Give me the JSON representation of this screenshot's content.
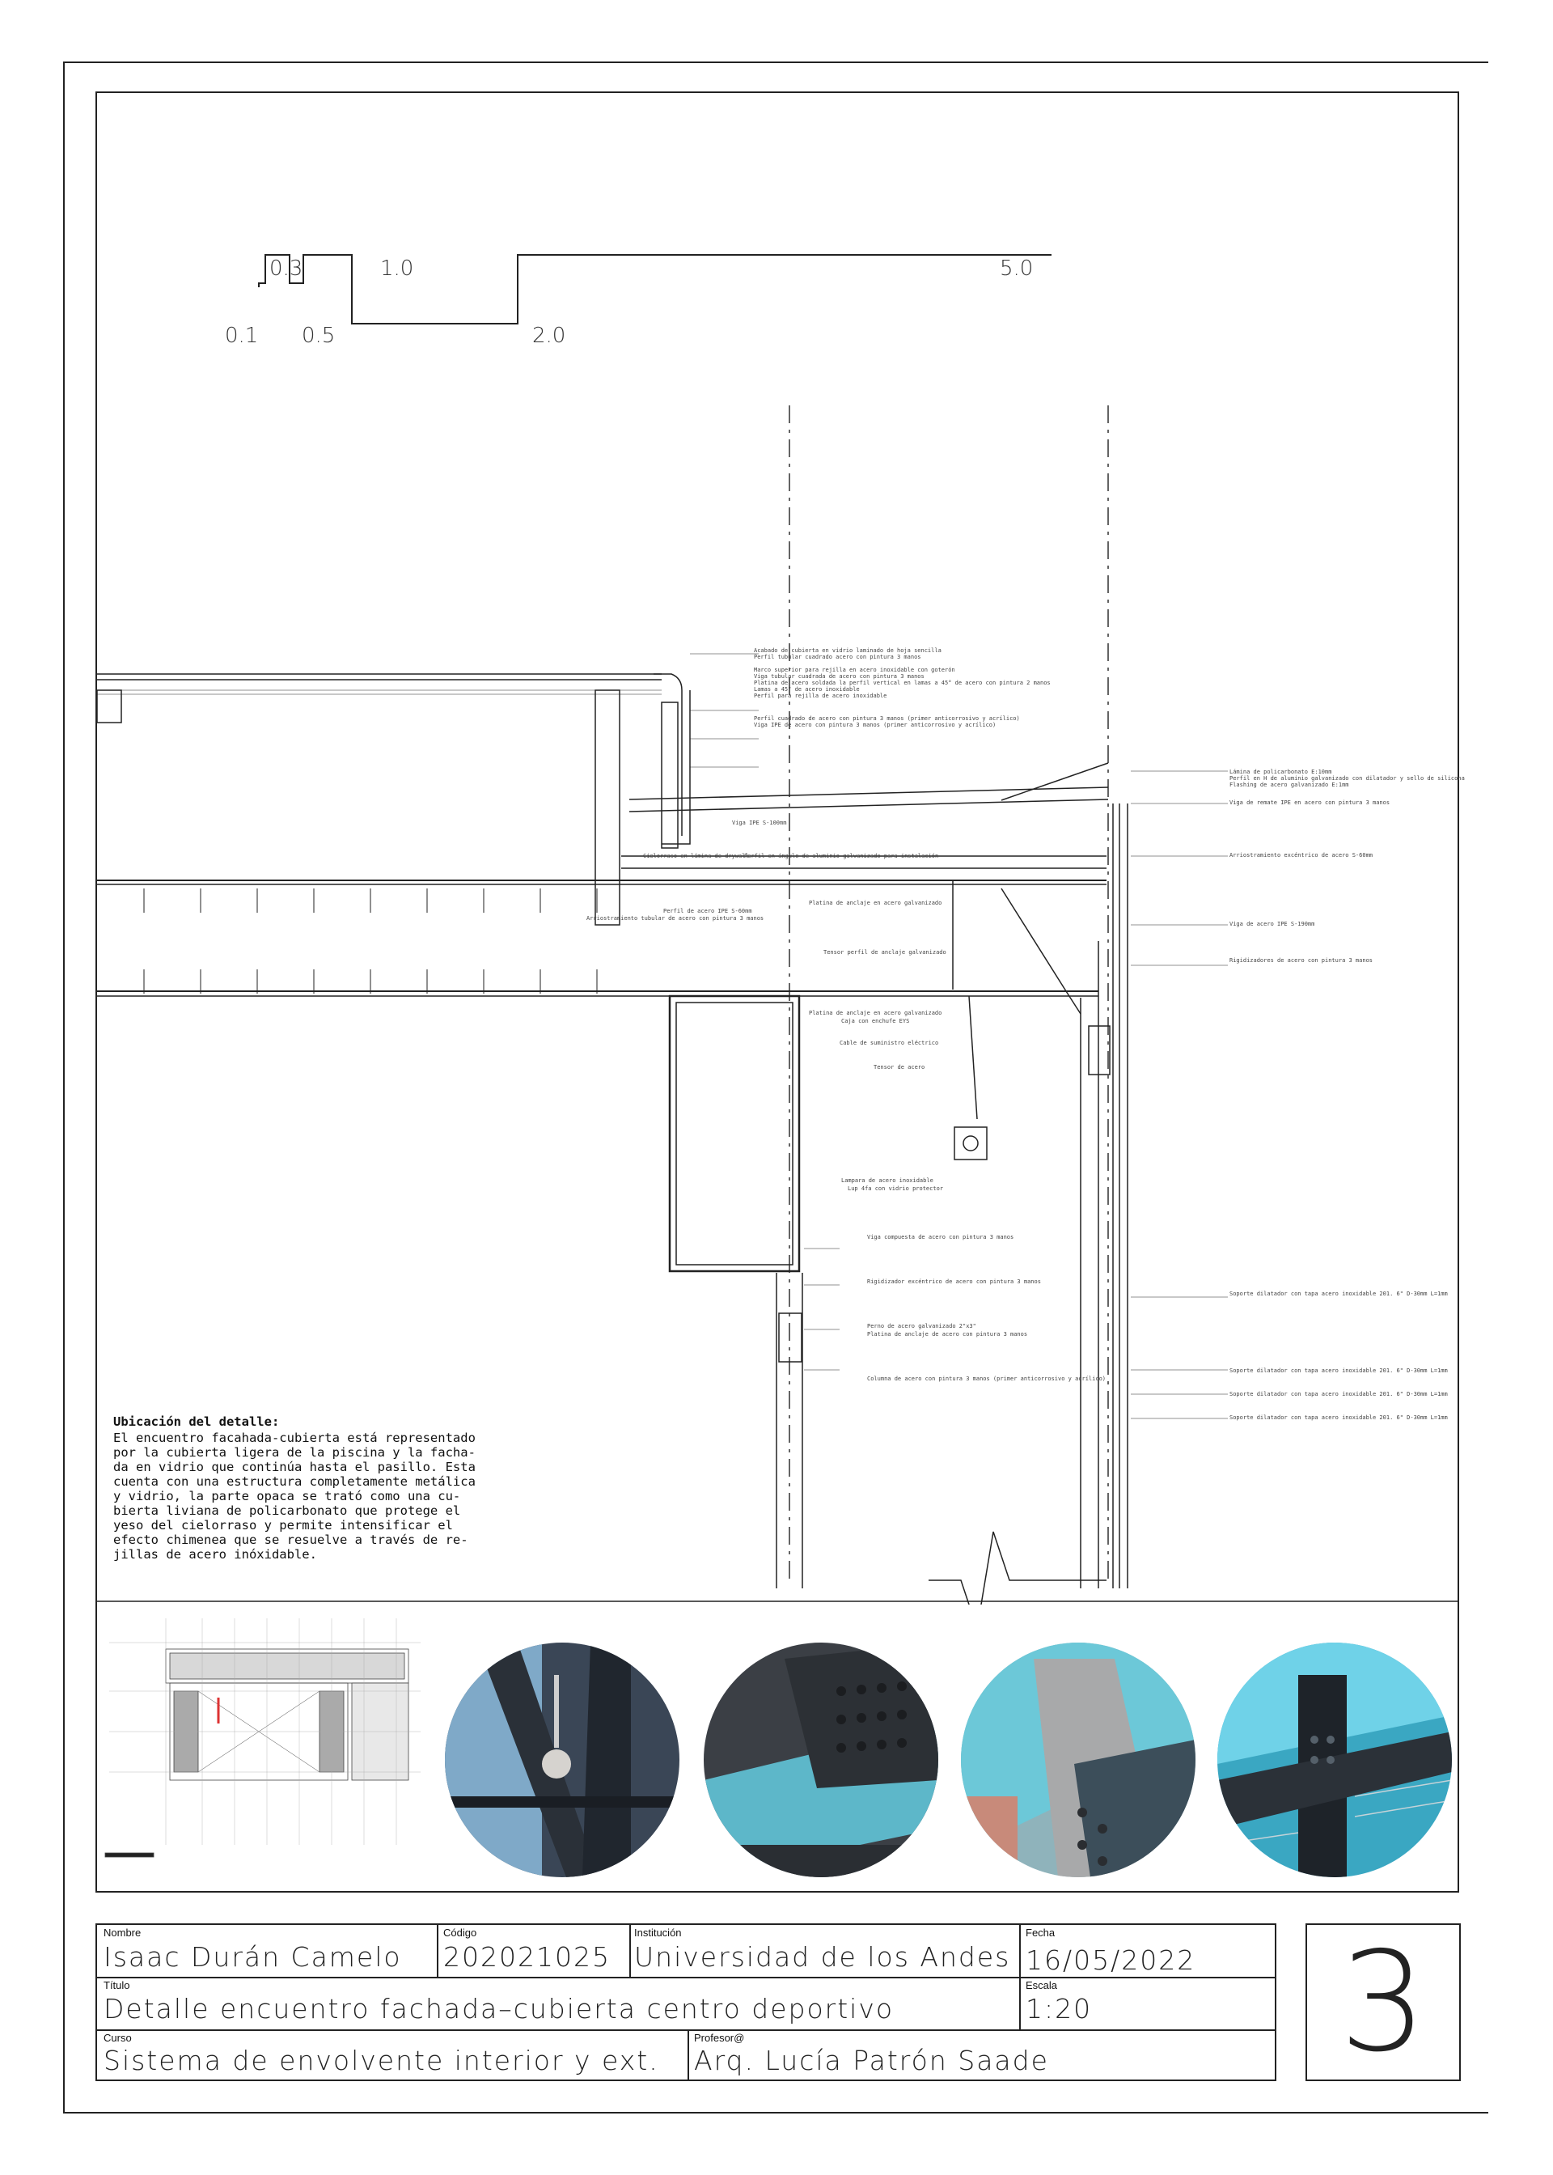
{
  "scale_bar": {
    "labels": [
      "0.1",
      "0.3",
      "0.5",
      "1.0",
      "2.0",
      "5.0"
    ]
  },
  "description": {
    "title": "Ubicación del detalle:",
    "lines": [
      "El encuentro facahada-cubierta está representado",
      "por la cubierta ligera de la piscina y la facha-",
      "da en vidrio que continúa hasta el pasillo. Esta",
      "cuenta con una estructura completamente metálica",
      "y vidrio, la parte opaca se trató como una cu-",
      "bierta liviana de policarbonato que protege el",
      "yeso del cielorraso y permite intensificar el",
      "efecto chimenea que se resuelve a través de re-",
      "jillas de acero inóxidable."
    ]
  },
  "annotations_right": [
    "Acabado de cubierta en vidrio laminado de hoja sencilla",
    "Perfil tubular cuadrado acero con pintura 3 manos",
    "Marco superior para rejilla en acero inoxidable con goterón",
    "Viga tubular cuadrada de acero con pintura 3 manos",
    "Platina de acero soldada la perfil vertical en lamas a 45° de acero con pintura 2 manos",
    "Lamas a 45° de acero inoxidable",
    "Perfil para rejilla de acero inoxidable",
    "Perfil cuadrado de acero con pintura 3 manos (primer anticorrosivo y acrílico)",
    "Viga IPE de acero con pintura 3 manos (primer anticorrosivo y acrílico)",
    "Viga IPE S-100mm",
    "Cielorraso en lámina de drywall",
    "Perfil en ángulo de aluminio galvanizado para instalación",
    "Platina de anclaje en acero galvanizado",
    "Perfil de acero IPE S-60mm",
    "Arriostramiento tubular de acero con pintura 3 manos",
    "Tensor perfil de anclaje galvanizado",
    "Platina de anclaje en acero galvanizado",
    "Caja con enchufe EYS",
    "Cable de suministro eléctrico",
    "Tensor de acero",
    "Lampara de acero inoxidable",
    "Lup 4fa con vidrio protector",
    "Viga compuesta de acero con pintura 3 manos",
    "Rigidizador excéntrico de acero con pintura 3 manos",
    "Perno de acero galvanizado 2\"x3\"",
    "Platina de anclaje de acero con pintura 3 manos",
    "Columna de acero con pintura 3 manos (primer anticorrosivo y acrílico)"
  ],
  "annotations_far_right": [
    "Lámina de policarbonato E:10mm",
    "Perfil en H de aluminio galvanizado con dilatador y sello de silicona",
    "Flashing de acero galvanizado E:1mm",
    "Viga de remate IPE en acero con pintura 3 manos",
    "Arriostramiento excéntrico de acero S-60mm",
    "Viga de acero IPE S-190mm",
    "Rigidizadores de acero con pintura 3 manos",
    "Soporte dilatador con tapa acero inoxidable 201. 6\" D-30mm L=1mm",
    "Soporte dilatador con tapa acero inoxidable 201. 6\" D-30mm L=1mm",
    "Soporte dilatador con tapa acero inoxidable 201. 6\" D-30mm L=1mm",
    "Soporte dilatador con tapa acero inoxidable 201. 6\" D-30mm L=1mm"
  ],
  "photos": [
    {
      "name": "photo-lamp-detail",
      "colors": [
        "#3a4656",
        "#7fa9c8",
        "#20262e"
      ]
    },
    {
      "name": "photo-beam-bolts",
      "colors": [
        "#3b3f45",
        "#5db7c9",
        "#1b1d20"
      ]
    },
    {
      "name": "photo-column-joint",
      "colors": [
        "#8fb3bb",
        "#6cc8d8",
        "#3c4e5a"
      ]
    },
    {
      "name": "photo-roof-structure",
      "colors": [
        "#3aa7c2",
        "#6fd2e8",
        "#1e2329"
      ]
    }
  ],
  "title_block": {
    "nombre_label": "Nombre",
    "nombre": "Isaac Durán Camelo",
    "codigo_label": "Código",
    "codigo": "202021025",
    "institucion_label": "Institución",
    "institucion": "Universidad de los Andes",
    "fecha_label": "Fecha",
    "fecha": "16/05/2022",
    "titulo_label": "Título",
    "titulo": "Detalle encuentro fachada–cubierta centro deportivo",
    "escala_label": "Escala",
    "escala": "1:20",
    "curso_label": "Curso",
    "curso": "Sistema de envolvente interior y ext.",
    "profesor_label": "Profesor@",
    "profesor": "Arq. Lucía Patrón Saade",
    "sheet_number": "3"
  }
}
